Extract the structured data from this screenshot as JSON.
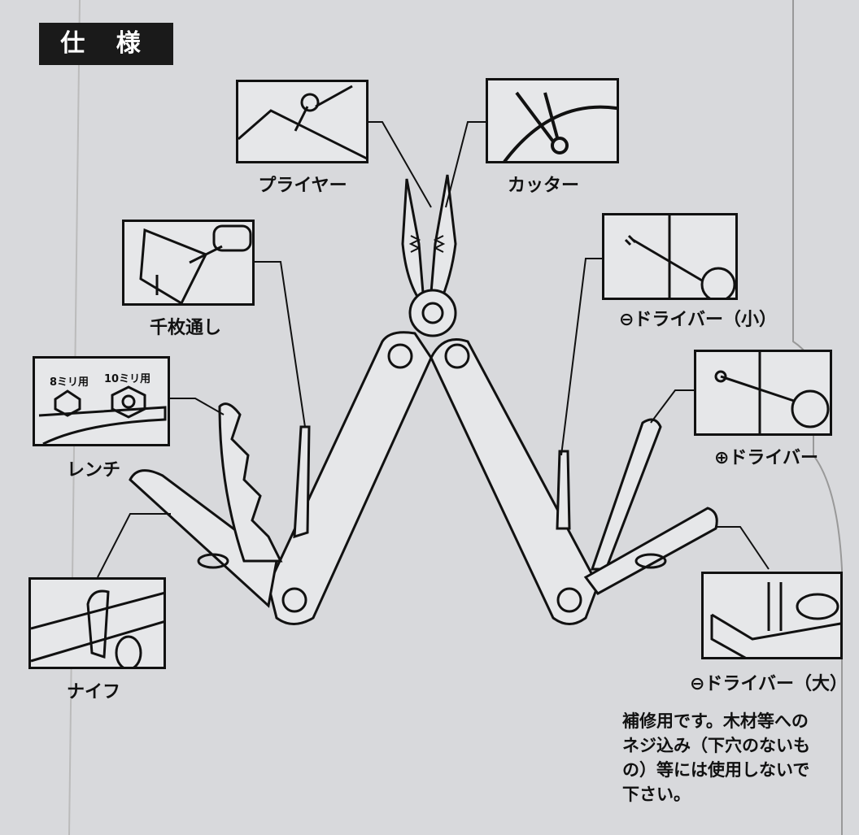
{
  "title": "仕 様",
  "tools": {
    "pliers": "プライヤー",
    "cutter": "カッター",
    "awl": "千枚通し",
    "wrench": "レンチ",
    "wrench_8": "8ミリ用",
    "wrench_10": "10ミリ用",
    "knife": "ナイフ",
    "small_driver": "⊖ドライバー（小）",
    "plus_driver": "⊕ドライバー",
    "large_driver": "⊖ドライバー（大）"
  },
  "note": [
    "補修用です。木材等への",
    "ネジ込み（下穴のないも",
    "の）等には使用しないで",
    "下さい。"
  ]
}
